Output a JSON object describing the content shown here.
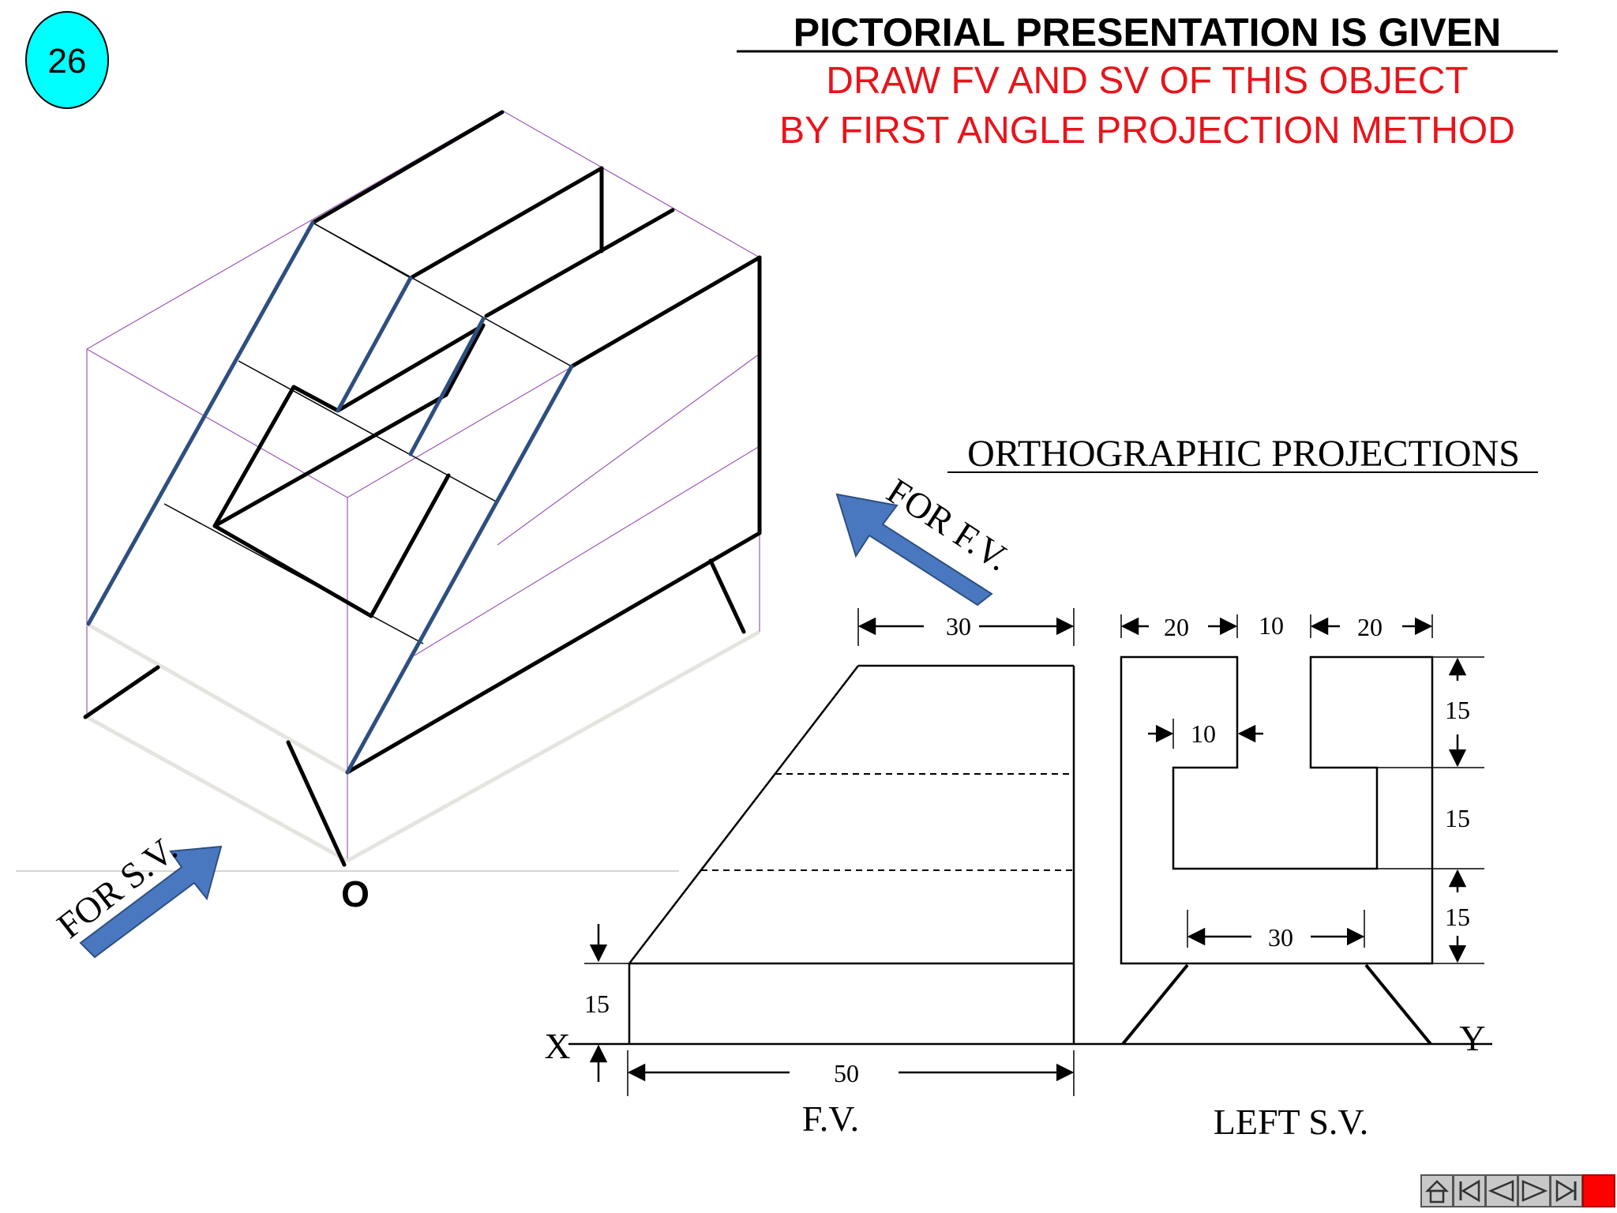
{
  "slide_number": "26",
  "heading": {
    "title": "PICTORIAL PRESENTATION IS GIVEN",
    "line1": "DRAW FV AND SV OF THIS OBJECT",
    "line2": "BY FIRST ANGLE PROJECTION METHOD",
    "title_color": "#000000",
    "instruction_color": "#e8141b"
  },
  "section_title": "ORTHOGRAPHIC PROJECTIONS",
  "pictorial": {
    "origin_label": "O",
    "arrow_fv_label": "FOR F.V.",
    "arrow_sv_label": "FOR S.V.",
    "arrow_color": "#4a78c0",
    "slant_edge_color": "#2d4f80",
    "construction_color": "#9b59b6"
  },
  "front_view": {
    "caption": "F.V.",
    "dims": {
      "top_width": "30",
      "base_height": "15",
      "total_width": "50"
    }
  },
  "side_view": {
    "caption": "LEFT S.V.",
    "dims": {
      "left_width": "20",
      "slot_width": "10",
      "right_width": "20",
      "inner_step": "10",
      "height_top": "15",
      "height_mid": "15",
      "height_bottom": "15",
      "inner_width": "30"
    }
  },
  "reference_line": {
    "x_label": "X",
    "y_label": "Y"
  },
  "navigation": {
    "icons": [
      "home-icon",
      "first-icon",
      "previous-icon",
      "next-icon",
      "last-icon",
      "stop-icon"
    ]
  }
}
